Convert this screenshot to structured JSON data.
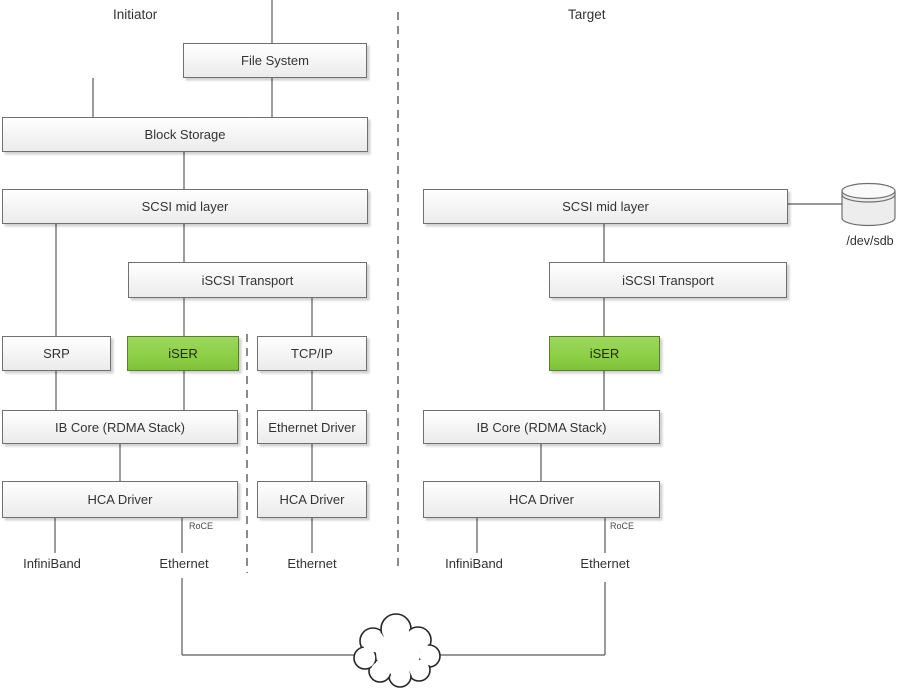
{
  "diagram": {
    "titles": {
      "initiator": "Initiator",
      "target": "Target"
    },
    "initiator": {
      "file_system": "File System",
      "block_storage": "Block Storage",
      "scsi_mid_layer": "SCSI mid layer",
      "iscsi_transport": "iSCSI Transport",
      "srp": "SRP",
      "iser": "iSER",
      "tcp_ip": "TCP/IP",
      "ib_core": "IB Core (RDMA Stack)",
      "ethernet_driver": "Ethernet Driver",
      "hca_driver_rdma": "HCA Driver",
      "hca_driver_eth": "HCA Driver",
      "roce": "RoCE",
      "port_infiniband": "InfiniBand",
      "port_ethernet_roce": "Ethernet",
      "port_ethernet_tcp": "Ethernet"
    },
    "target": {
      "scsi_mid_layer": "SCSI mid layer",
      "iscsi_transport": "iSCSI Transport",
      "iser": "iSER",
      "ib_core": "IB Core (RDMA Stack)",
      "hca_driver": "HCA Driver",
      "roce": "RoCE",
      "port_infiniband": "InfiniBand",
      "port_ethernet": "Ethernet",
      "disk_device": "/dev/sdb"
    },
    "icons": {
      "network_cloud": "cloud-icon",
      "disk": "disk-cylinder-icon"
    },
    "colors": {
      "highlight_green": "#8ccf44",
      "box_border": "#707070",
      "connector": "#595959"
    }
  }
}
